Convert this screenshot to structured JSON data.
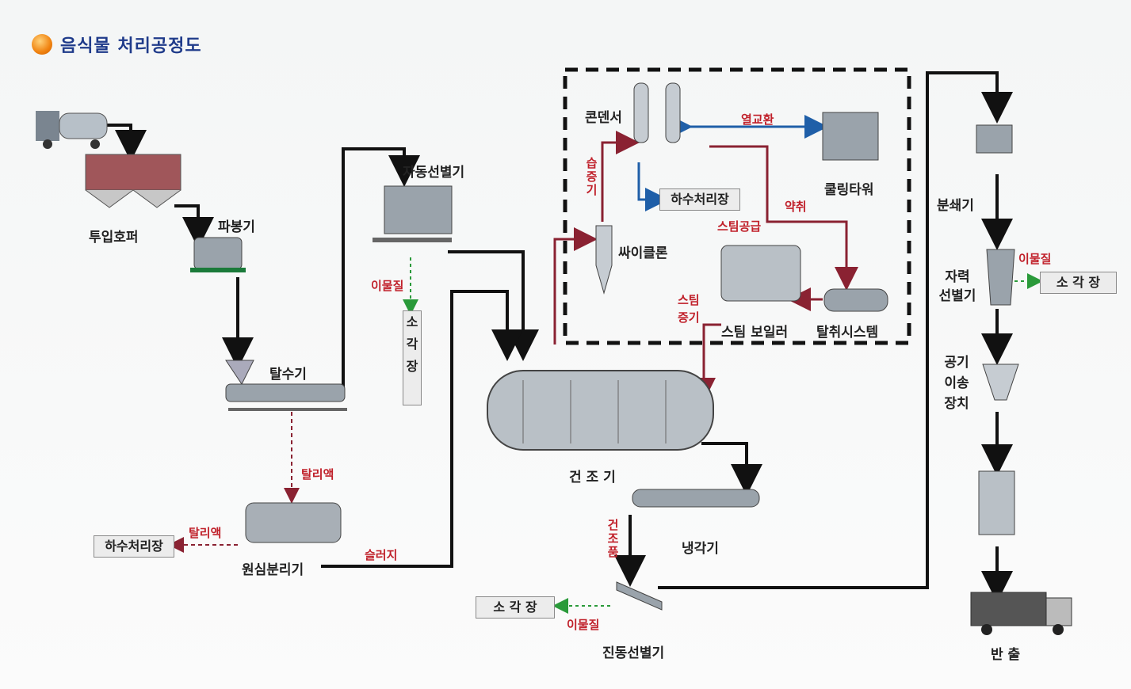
{
  "title": "음식물 처리공정도",
  "labels": {
    "hopper": "투입호퍼",
    "crusher": "파봉기",
    "dewater": "탈수기",
    "centrifuge": "원심분리기",
    "auto_sorter": "자동선별기",
    "dryer": "건 조 기",
    "cooler": "냉각기",
    "vibro_sorter": "진동선별기",
    "condenser": "콘덴서",
    "cyclone": "싸이클론",
    "cooling_tower": "쿨링타워",
    "boiler": "스팀 보일러",
    "deodorizer": "탈취시스템",
    "pulverizer": "분쇄기",
    "magnetic": "자력 선별기",
    "pneumatic": "공기 이송 장치",
    "carry_out": "반 출"
  },
  "flow_labels": {
    "filtrate1": "탈리액",
    "filtrate2": "탈리액",
    "sludge": "슬러지",
    "foreign1": "이물질",
    "foreign2": "이물질",
    "foreign3": "이물질",
    "wet_vapor": "습증기",
    "heat_exchange": "열교환",
    "chemical": "약취",
    "steam_supply": "스팀공급",
    "steam_vapor": "스팀 증기",
    "dried": "건조품"
  },
  "boxes": {
    "sewage1": "하수처리장",
    "sewage2": "하수처리장",
    "incinerator1": "소 각 장",
    "incinerator2": "소 각 장",
    "incinerator3": "소 각 장"
  },
  "colors": {
    "flow": "#111111",
    "steam": "#8a2232",
    "water": "#1f5fa8",
    "reject": "#2a9a3a",
    "title": "#1f3b8a"
  }
}
